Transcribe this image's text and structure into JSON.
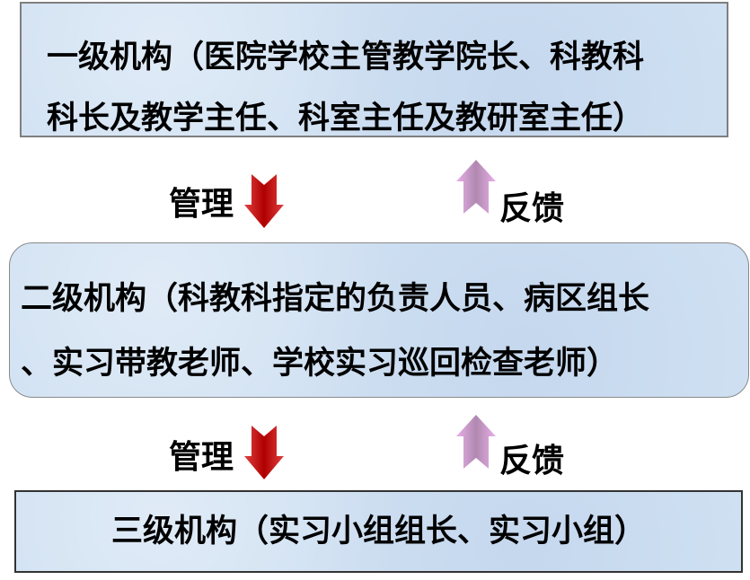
{
  "level1": {
    "lines": [
      "一级机构（医院学校主管教学院长、科教科",
      "科长及教学主任、科室主任及教研室主任）"
    ]
  },
  "level2": {
    "lines": [
      "二级机构（科教科指定的负责人员、病区组长",
      "、实习带教老师、学校实习巡回检查老师）"
    ]
  },
  "level3": {
    "text": "三级机构（实习小组组长、实习小组）"
  },
  "connectors": [
    {
      "manage_label": "管理",
      "feedback_label": "反馈"
    },
    {
      "manage_label": "管理",
      "feedback_label": "反馈"
    }
  ],
  "colors": {
    "manage_arrow": "#c00000",
    "feedback_arrow": "#e0a8e0"
  }
}
